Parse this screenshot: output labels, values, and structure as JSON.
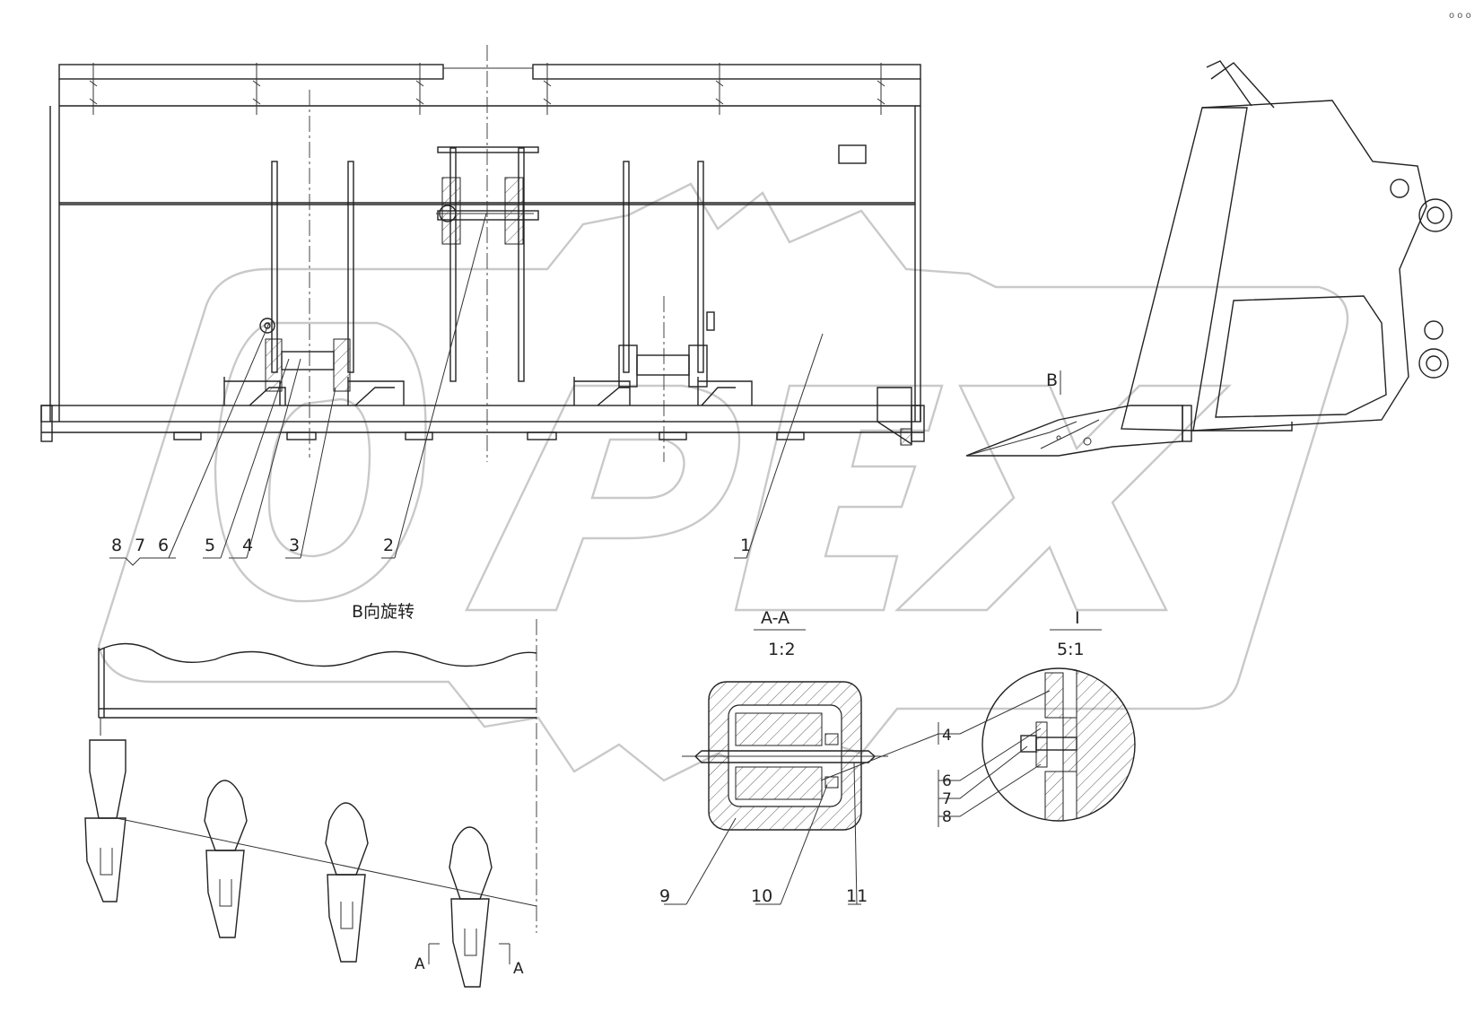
{
  "watermark": "OPEX",
  "corner_mark": "o o o",
  "part_numbers": {
    "p1": "1",
    "p2": "2",
    "p3": "3",
    "p4": "4",
    "p5": "5",
    "p6": "6",
    "p7": "7",
    "p8": "8",
    "p9": "9",
    "p10": "10",
    "p11": "11"
  },
  "view_b_marker": "B",
  "view_b_title": "B向旋转",
  "section_aa": {
    "title": "A-A",
    "scale": "1:2"
  },
  "detail_i": {
    "title": "I",
    "scale": "5:1",
    "callouts": [
      "4",
      "6",
      "7",
      "8"
    ]
  },
  "section_marks": {
    "left": "A",
    "right": "A"
  }
}
